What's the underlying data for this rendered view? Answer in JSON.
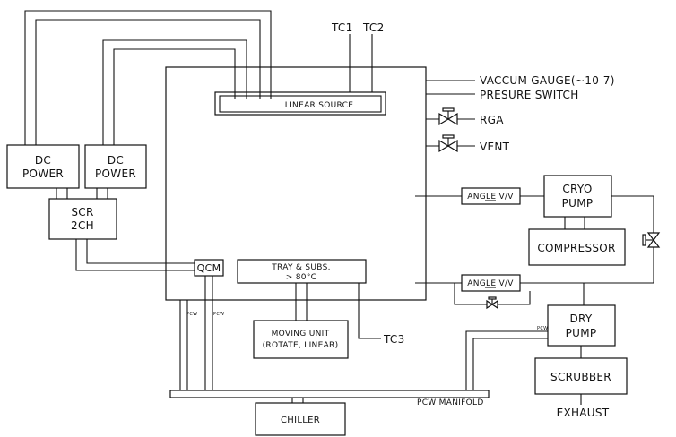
{
  "labels": {
    "tc1": "TC1",
    "tc2": "TC2",
    "tc3": "TC3",
    "vacuum_gauge": "VACCUM GAUGE(~10-7)",
    "pressure_switch": "PRESURE SWITCH",
    "rga": "RGA",
    "vent": "VENT",
    "linear_source": "LINEAR SOURCE",
    "dc_power_1_line1": "DC",
    "dc_power_1_line2": "POWER",
    "dc_power_2_line1": "DC",
    "dc_power_2_line2": "POWER",
    "scr_line1": "SCR",
    "scr_line2": "2CH",
    "qcm": "QCM",
    "tray_line1": "TRAY & SUBS.",
    "tray_line2": "> 80°C",
    "moving_line1": "MOVING UNIT",
    "moving_line2": "(ROTATE, LINEAR)",
    "angle_vv_1": "ANGLE V/V",
    "angle_vv_2": "ANGLE V/V",
    "cryo_line1": "CRYO",
    "cryo_line2": "PUMP",
    "compressor": "COMPRESSOR",
    "dry_line1": "DRY",
    "dry_line2": "PUMP",
    "scrubber": "SCRUBBER",
    "exhaust": "EXHAUST",
    "chiller": "CHILLER",
    "pcw_manifold": "PCW MANIFOLD",
    "pcw_a": "PCW",
    "pcw_b": "PCW",
    "pcw_c": "PCW"
  }
}
